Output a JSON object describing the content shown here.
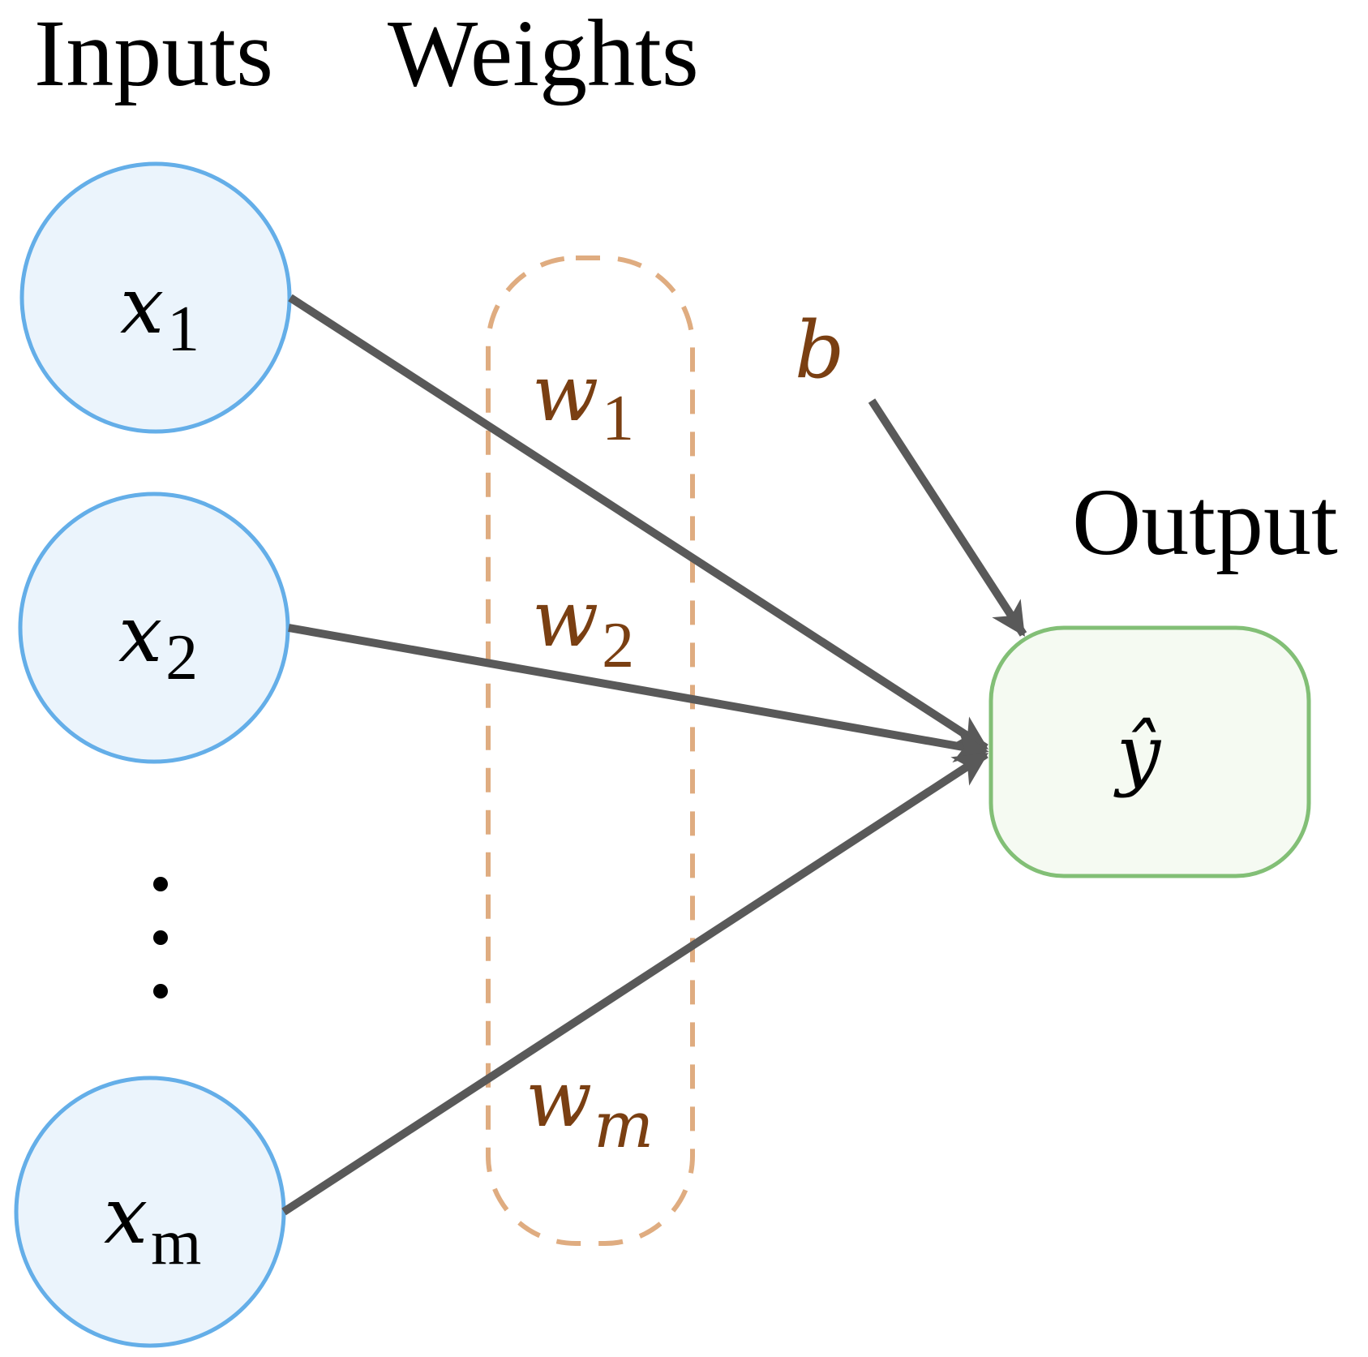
{
  "headings": {
    "inputs": "Inputs",
    "weights": "Weights",
    "output": "Output"
  },
  "inputs": [
    {
      "symbol": "x",
      "subscript": "1"
    },
    {
      "symbol": "x",
      "subscript": "2"
    },
    {
      "symbol": "x",
      "subscript": "m"
    }
  ],
  "weights": [
    {
      "symbol": "w",
      "subscript": "1"
    },
    {
      "symbol": "w",
      "subscript": "2"
    },
    {
      "symbol": "w",
      "subscript": "m"
    }
  ],
  "bias": {
    "symbol": "b"
  },
  "output": {
    "symbol": "ŷ"
  },
  "ellipsis": "⋮",
  "colors": {
    "input_fill": "#ebf4fc",
    "input_stroke": "#64aee8",
    "output_fill": "#f5faf2",
    "output_stroke": "#82bf76",
    "weights_group_stroke": "#dfac80",
    "weight_text": "#7a3f12",
    "arrow": "#595959"
  }
}
